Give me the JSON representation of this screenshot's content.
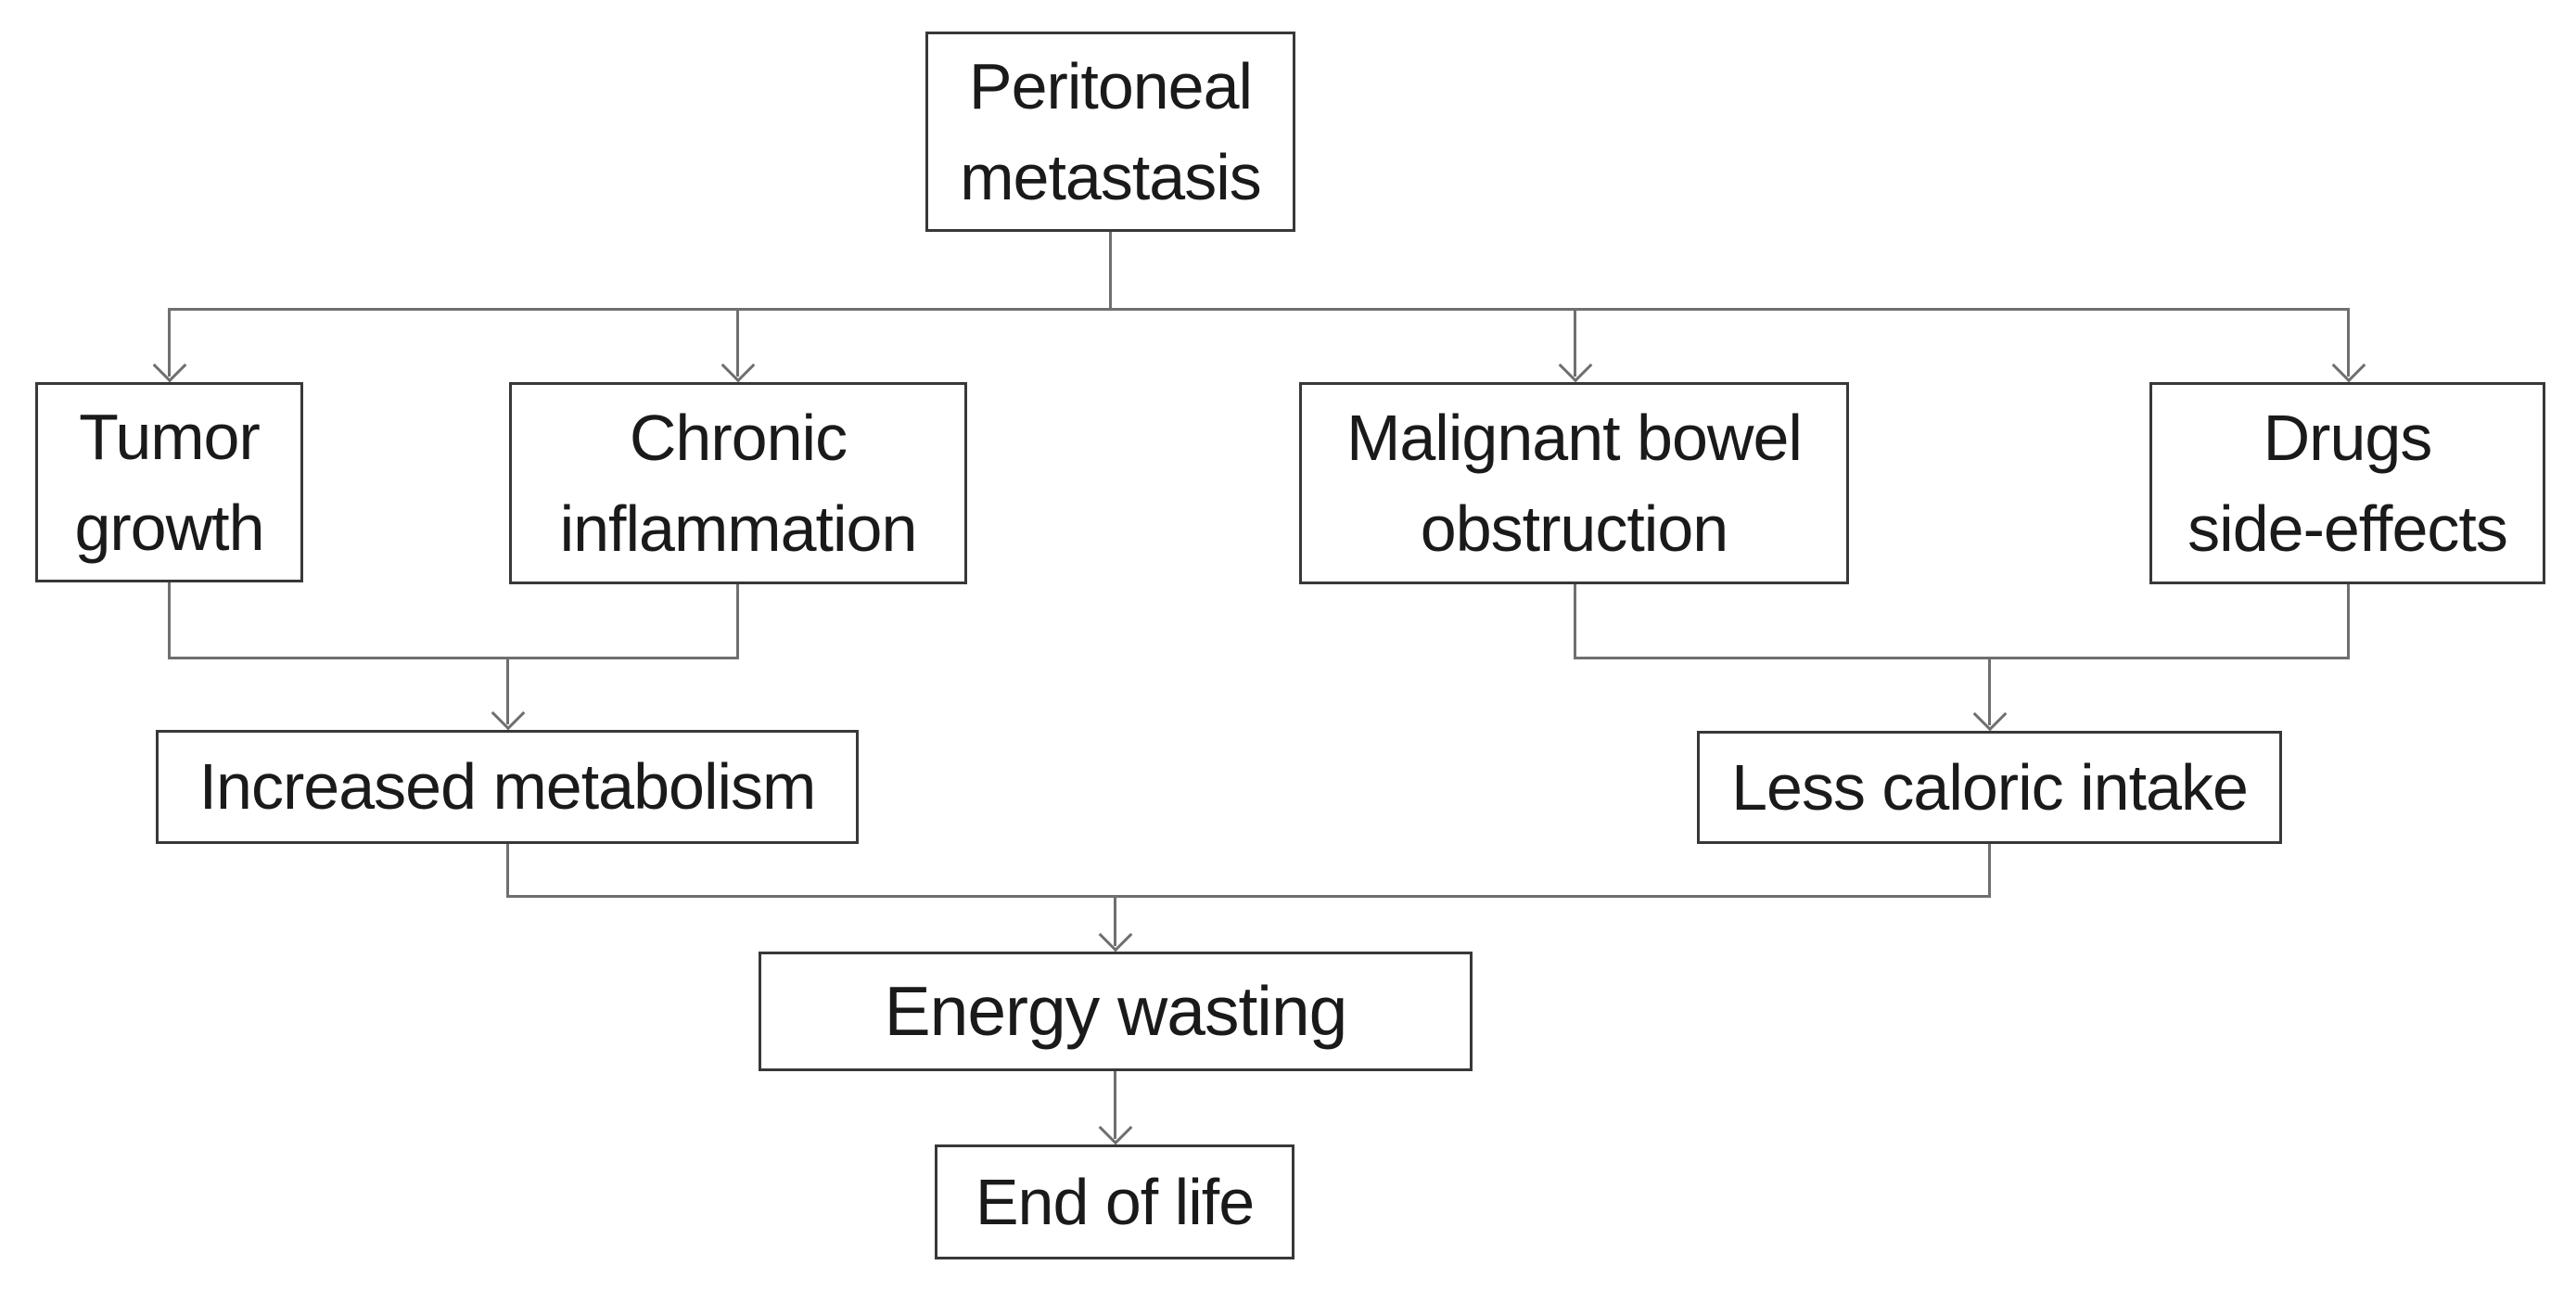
{
  "colors": {
    "background": "#ffffff",
    "box-border": "#383838",
    "box-fill": "#ffffff",
    "line": "#6f6f6f",
    "text": "#1a1a1a"
  },
  "nodes": {
    "peritoneal": {
      "label": "Peritoneal\nmetastasis"
    },
    "tumor": {
      "label": "Tumor\ngrowth"
    },
    "chronic": {
      "label": "Chronic\ninflammation"
    },
    "malignant": {
      "label": "Malignant bowel\nobstruction"
    },
    "drugs": {
      "label": "Drugs\nside-effects"
    },
    "increased": {
      "label": "Increased metabolism"
    },
    "less": {
      "label": "Less caloric intake"
    },
    "energy": {
      "label": "Energy wasting"
    },
    "endoflife": {
      "label": "End of life"
    }
  },
  "edges": [
    {
      "from": "Peritoneal metastasis",
      "to": "Tumor growth"
    },
    {
      "from": "Peritoneal metastasis",
      "to": "Chronic inflammation"
    },
    {
      "from": "Peritoneal metastasis",
      "to": "Malignant bowel obstruction"
    },
    {
      "from": "Peritoneal metastasis",
      "to": "Drugs side-effects"
    },
    {
      "from": "Tumor growth",
      "to": "Increased metabolism"
    },
    {
      "from": "Chronic inflammation",
      "to": "Increased metabolism"
    },
    {
      "from": "Malignant bowel obstruction",
      "to": "Less caloric intake"
    },
    {
      "from": "Drugs side-effects",
      "to": "Less caloric intake"
    },
    {
      "from": "Increased metabolism",
      "to": "Energy wasting"
    },
    {
      "from": "Less caloric intake",
      "to": "Energy wasting"
    },
    {
      "from": "Energy wasting",
      "to": "End of life"
    }
  ]
}
